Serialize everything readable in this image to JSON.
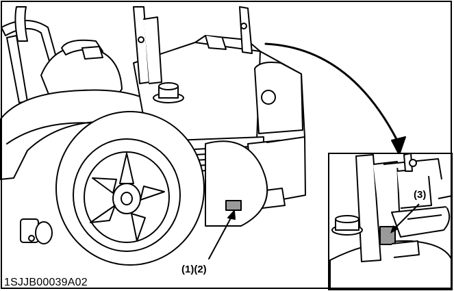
{
  "figure": {
    "id_code": "1SJJB00039A02",
    "callouts": {
      "main_label": "(1)(2)",
      "inset_label": "(3)"
    },
    "colors": {
      "line": "#000000",
      "fill": "#ffffff",
      "label_fill": "#9a9a9a",
      "shade": "#d8d8d8"
    }
  }
}
